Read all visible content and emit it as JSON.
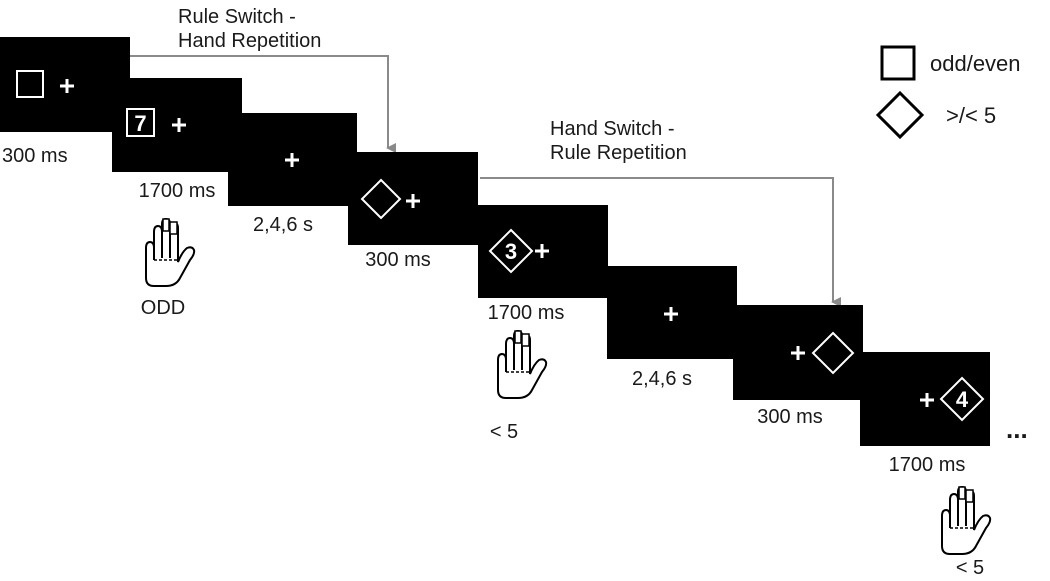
{
  "transitions": {
    "rule_switch": {
      "line1": "Rule Switch -",
      "line2": "Hand Repetition"
    },
    "hand_switch": {
      "line1": "Hand Switch -",
      "line2": "Rule Repetition"
    }
  },
  "legend": {
    "square_meaning": "odd/even",
    "diamond_meaning": ">/< 5"
  },
  "trials": [
    {
      "cue_duration": "300 ms",
      "target_digit": "7",
      "target_duration": "1700 ms",
      "iti": "2,4,6 s",
      "response": "ODD"
    },
    {
      "cue_duration": "300 ms",
      "target_digit": "3",
      "target_duration": "1700 ms",
      "iti": "2,4,6 s",
      "response": "< 5"
    },
    {
      "cue_duration": "300 ms",
      "target_digit": "4",
      "target_duration": "1700 ms",
      "response": "< 5"
    }
  ],
  "continuation": "..."
}
